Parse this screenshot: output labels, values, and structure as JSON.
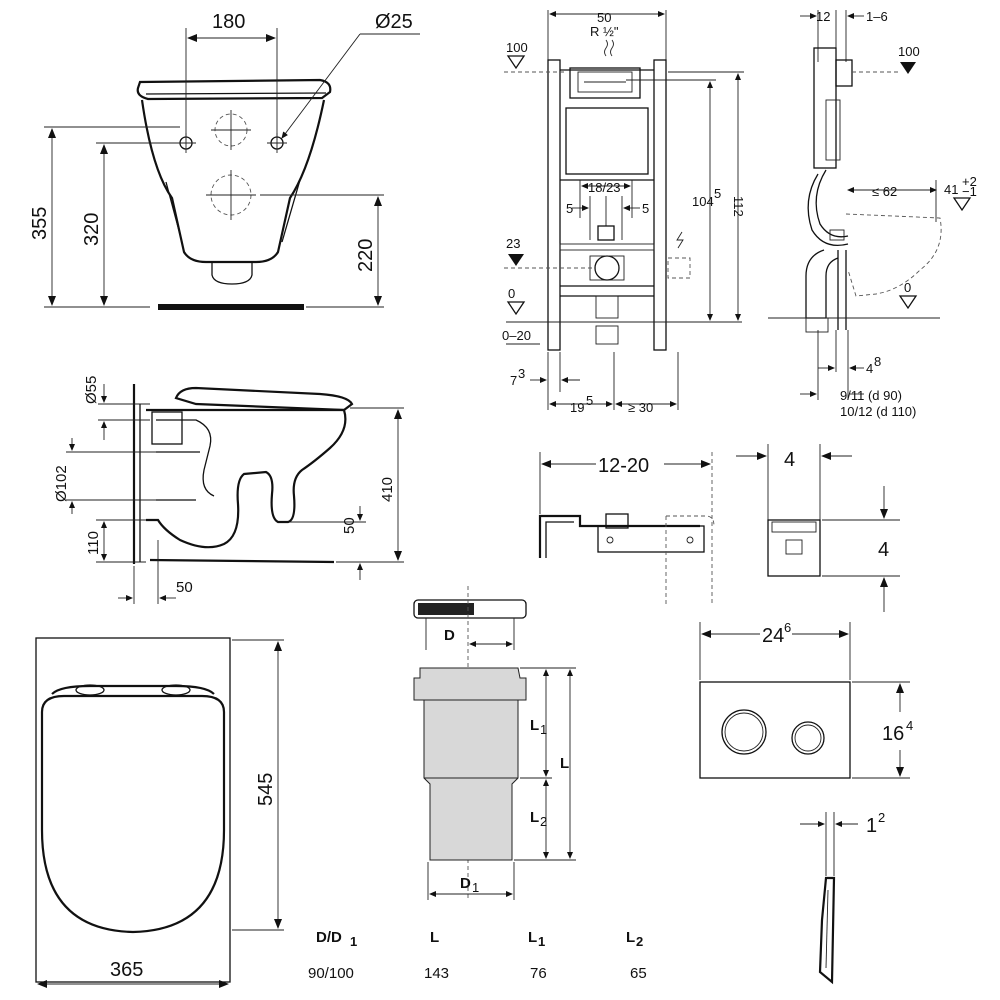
{
  "front_view": {
    "dim_width": "180",
    "dim_hole": "Ø25",
    "dim_355": "355",
    "dim_320": "320",
    "dim_220": "220"
  },
  "side_view": {
    "dim_55": "Ø55",
    "dim_102": "Ø102",
    "dim_110": "110",
    "dim_50b": "50",
    "dim_410": "410",
    "dim_50r": "50"
  },
  "top_view": {
    "dim_545": "545",
    "dim_365": "365"
  },
  "frame_front": {
    "dim_50": "50",
    "r_half": "R ½\"",
    "lvl_100": "100",
    "lvl_23": "23",
    "lvl_0": "0",
    "lvl_0_20": "0–20",
    "dim_112": "112",
    "dim_104": "104",
    "dim_104_sup": "5",
    "dim_18_23": "18/23",
    "dim_5a": "5",
    "dim_5b": "5",
    "dim_7": "7",
    "dim_7_sup": "3",
    "dim_19": "19",
    "dim_19_sup": "5",
    "dim_30": "≥ 30"
  },
  "frame_side": {
    "dim_12": "12",
    "dim_1_6": "1–6",
    "lvl_100": "100",
    "dim_62": "≤ 62",
    "dim_41": "41",
    "dim_41_sup": "+2",
    "dim_41_sub": "−1",
    "lvl_0": "0",
    "dim_4": "4",
    "dim_4_sup": "8",
    "dim_9_11": "9/11   (d 90)",
    "dim_10_12": "10/12 (d 110)"
  },
  "bracket": {
    "dim_12_20": "12-20",
    "dim_4w": "4",
    "dim_4h": "4"
  },
  "pipe": {
    "label_d": "D",
    "label_l1": "L",
    "label_l1_sub": "1",
    "label_l": "L",
    "label_l2": "L",
    "label_l2_sub": "2",
    "label_d1": "D",
    "label_d1_sub": "1"
  },
  "flush_plate": {
    "dim_24": "24",
    "dim_24_sup": "6",
    "dim_16": "16",
    "dim_16_sup": "4",
    "dim_1": "1",
    "dim_1_sup": "2"
  },
  "table": {
    "headers": [
      {
        "main": "D/D",
        "sub": "1"
      },
      {
        "main": "L",
        "sub": ""
      },
      {
        "main": "L",
        "sub": "1"
      },
      {
        "main": "L",
        "sub": "2"
      }
    ],
    "values": [
      "90/100",
      "143",
      "76",
      "65"
    ]
  }
}
